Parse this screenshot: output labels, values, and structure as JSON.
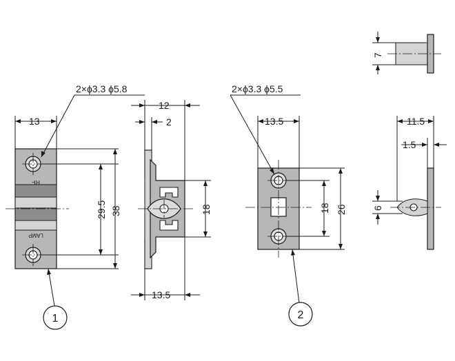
{
  "part1": {
    "hole_spec": "2×ϕ3.3 ϕ5.8",
    "dims": {
      "width": "13",
      "hole_pitch": "29.5",
      "height": "38"
    },
    "side": {
      "depth": "12",
      "flange": "2",
      "body_height": "18",
      "overall": "13.5"
    },
    "marking_top": "RF",
    "marking_bottom": "LAMP",
    "callout": "1"
  },
  "part2": {
    "hole_spec": "2×ϕ3.3 ϕ5.5",
    "dims": {
      "width": "13.5",
      "hole_pitch": "18",
      "height": "26"
    },
    "top": {
      "height": "7"
    },
    "side": {
      "depth": "11.5",
      "flange": "1.5",
      "tip": "6"
    },
    "callout": "2"
  }
}
